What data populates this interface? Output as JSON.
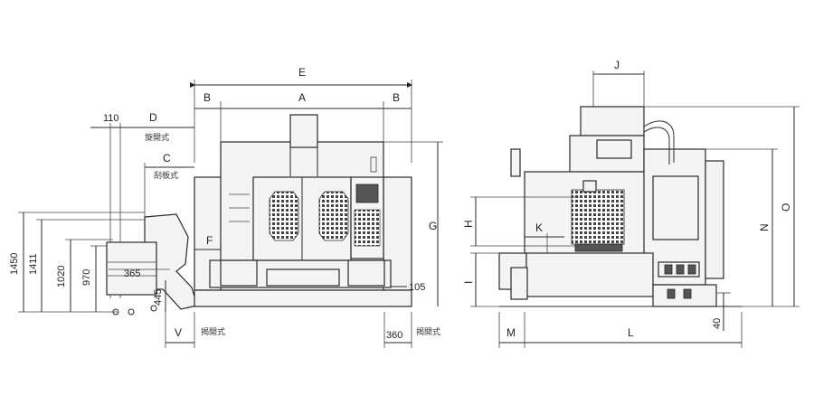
{
  "front_view": {
    "labels": {
      "E": "E",
      "B_left": "B",
      "A": "A",
      "B_right": "B",
      "d110": "110",
      "D": "D",
      "C": "C",
      "F": "F",
      "G": "G",
      "d1450": "1450",
      "d1411": "1411",
      "d1020": "1020",
      "d970": "970",
      "d365": "365",
      "d445": "445",
      "V": "V",
      "d360": "360",
      "d105": "105"
    },
    "notes": {
      "type1": "旋開式",
      "type2": "刮板式",
      "type3": "揭開式",
      "type4": "揭開式"
    }
  },
  "side_view": {
    "labels": {
      "J": "J",
      "H": "H",
      "K": "K",
      "I": "I",
      "N": "N",
      "O": "O",
      "M": "M",
      "L": "L",
      "d40": "40"
    }
  }
}
